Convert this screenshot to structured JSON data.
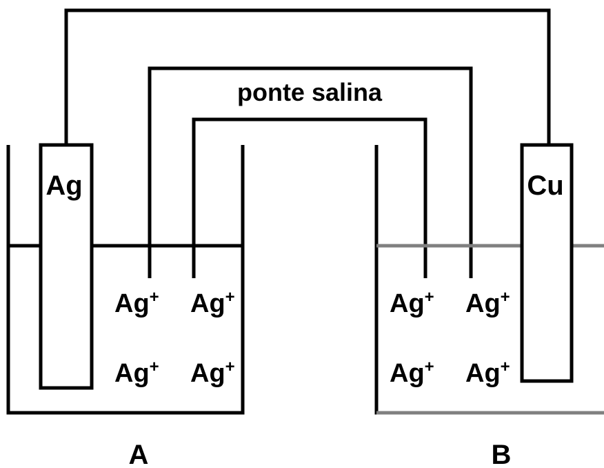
{
  "diagram": {
    "salt_bridge_label": "ponte salina",
    "electrode_left": "Ag",
    "electrode_right": "Cu",
    "cell_left_label": "A",
    "cell_right_label": "B",
    "ion": {
      "base": "Ag",
      "charge": "+"
    },
    "colors": {
      "line": "#000000",
      "solution_right": "#808080",
      "background": "#ffffff"
    }
  }
}
